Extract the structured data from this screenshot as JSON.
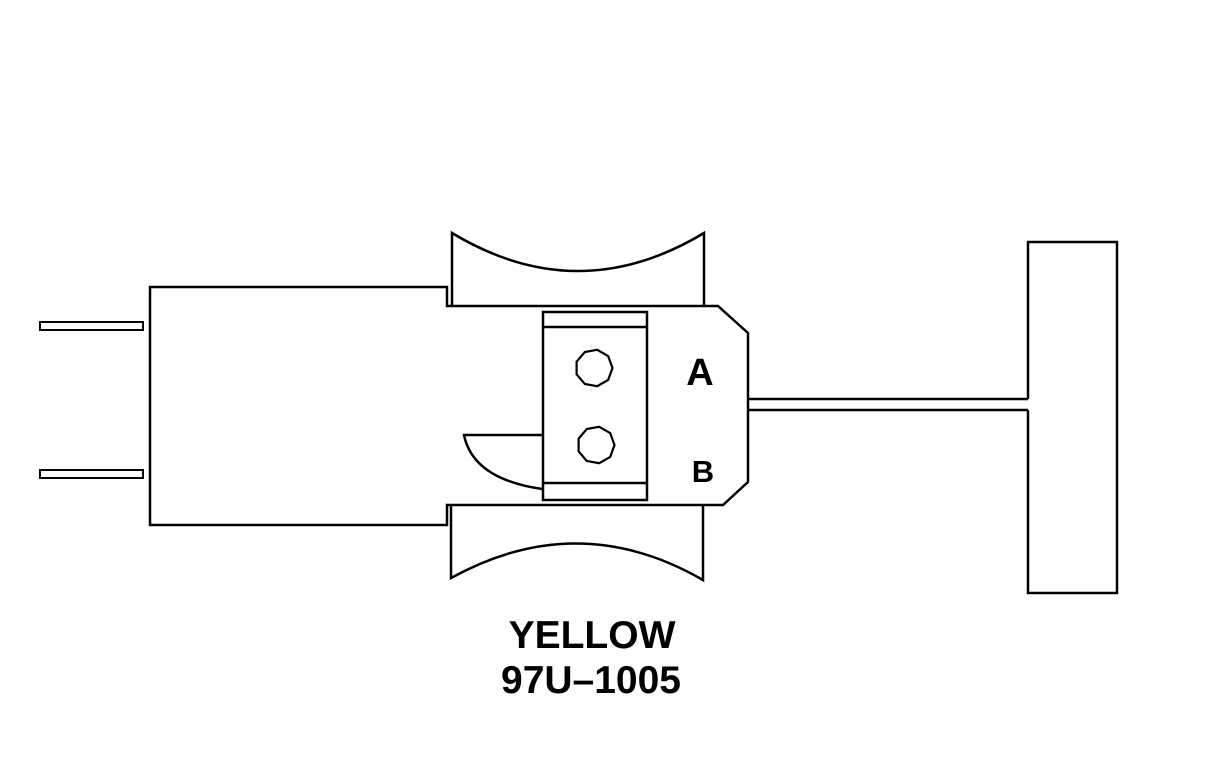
{
  "figure": {
    "type": "connector-line-diagram",
    "terminal_labels": {
      "a": "A",
      "b": "B"
    },
    "caption": {
      "color": "YELLOW",
      "part_number": "97U–1005"
    },
    "colors": {
      "line": "#000000",
      "background": "#ffffff"
    }
  }
}
